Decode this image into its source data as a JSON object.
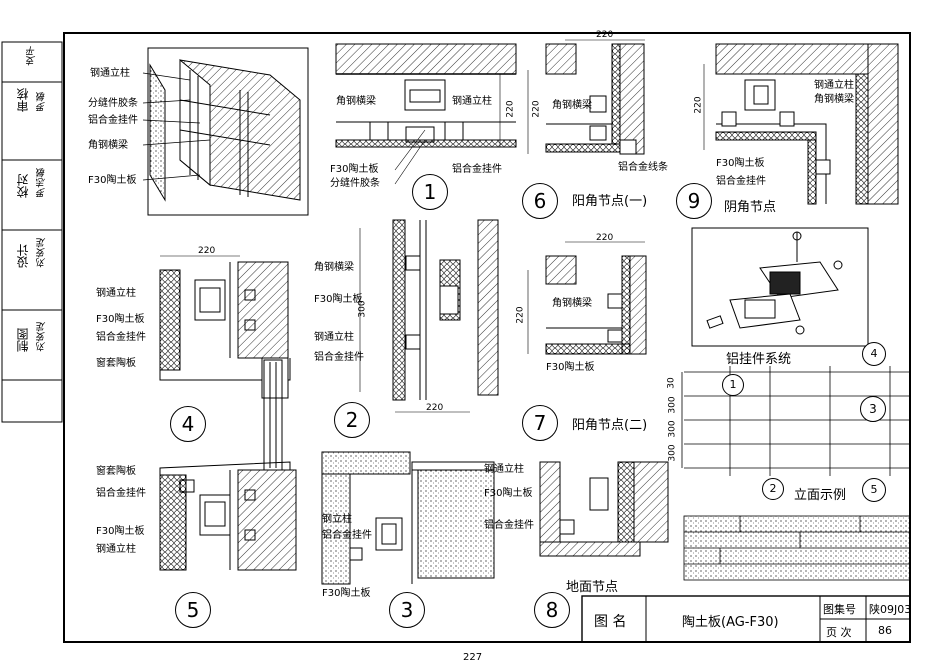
{
  "sidebar": [
    {
      "role": "审核",
      "name": "罗敏"
    },
    {
      "role": "校对",
      "name": "罗志敏"
    },
    {
      "role": "设计",
      "name": "刘安定"
    },
    {
      "role": "制图",
      "name": "刘安定"
    }
  ],
  "sidebar_top": "支平",
  "iso_labels": [
    "钢通立柱",
    "分缝件胶条",
    "铝合金挂件",
    "角钢横梁",
    "F30陶土板"
  ],
  "d1_labels": [
    "角钢横梁",
    "钢通立柱",
    "F30陶土板",
    "分缝件胶条",
    "铝合金挂件"
  ],
  "d6_labels": [
    "角钢横梁",
    "铝合金线条"
  ],
  "d9_labels": [
    "钢通立柱",
    "角钢横梁",
    "F30陶土板",
    "铝合金挂件"
  ],
  "d4_labels": [
    "钢通立柱",
    "F30陶土板",
    "铝合金挂件",
    "窗套陶板"
  ],
  "d2_labels": [
    "角钢横梁",
    "F30陶土板",
    "钢通立柱",
    "铝合金挂件"
  ],
  "d7_labels": [
    "角钢横梁",
    "F30陶土板"
  ],
  "d5_labels": [
    "窗套陶板",
    "铝合金挂件",
    "F30陶土板",
    "钢通立柱"
  ],
  "d3_labels": [
    "钢立柱",
    "铝合金挂件",
    "F30陶土板"
  ],
  "d8_labels": [
    "钢通立柱",
    "F30陶土板",
    "铝合金挂件"
  ],
  "detail_numbers": [
    "1",
    "2",
    "3",
    "4",
    "5",
    "6",
    "7",
    "8",
    "9"
  ],
  "captions": {
    "yang1": "阳角节点(一)",
    "yang2": "阳角节点(二)",
    "yin": "阴角节点",
    "hanger": "铝挂件系统",
    "elev": "立面示例",
    "floor": "地面节点"
  },
  "dims": {
    "d220": "220",
    "d300": "300",
    "d30": "30"
  },
  "elev_refs": [
    "1",
    "2",
    "3",
    "4",
    "5"
  ],
  "title_block": {
    "name_label": "图  名",
    "title": "陶土板(AG-F30)",
    "atlas_label": "图集号",
    "atlas_no": "陕09J03",
    "page_label": "页  次",
    "page_no": "86"
  },
  "page_number": "227"
}
